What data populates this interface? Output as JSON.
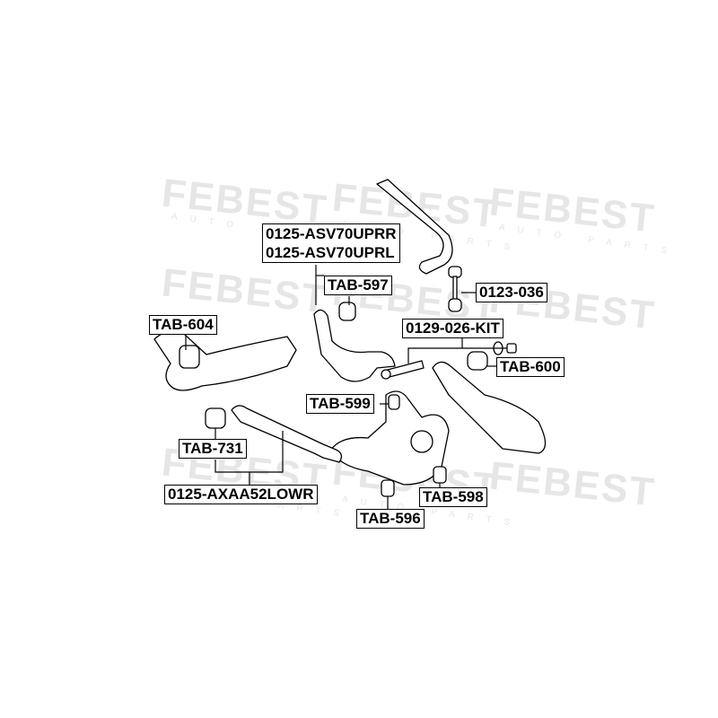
{
  "watermark": {
    "brand": "FEBEST",
    "tagline": "AUTO PARTS"
  },
  "labels": {
    "upper_arm_rr": "0125-ASV70UPRR",
    "upper_arm_rl": "0125-ASV70UPRL",
    "tab_597": "TAB-597",
    "stabilizer_link": "0123-036",
    "tab_604": "TAB-604",
    "camber_kit": "0129-026-KIT",
    "tab_600": "TAB-600",
    "tab_599": "TAB-599",
    "tab_731": "TAB-731",
    "lower_arm": "0125-AXAA52LOWR",
    "tab_598": "TAB-598",
    "tab_596": "TAB-596"
  }
}
